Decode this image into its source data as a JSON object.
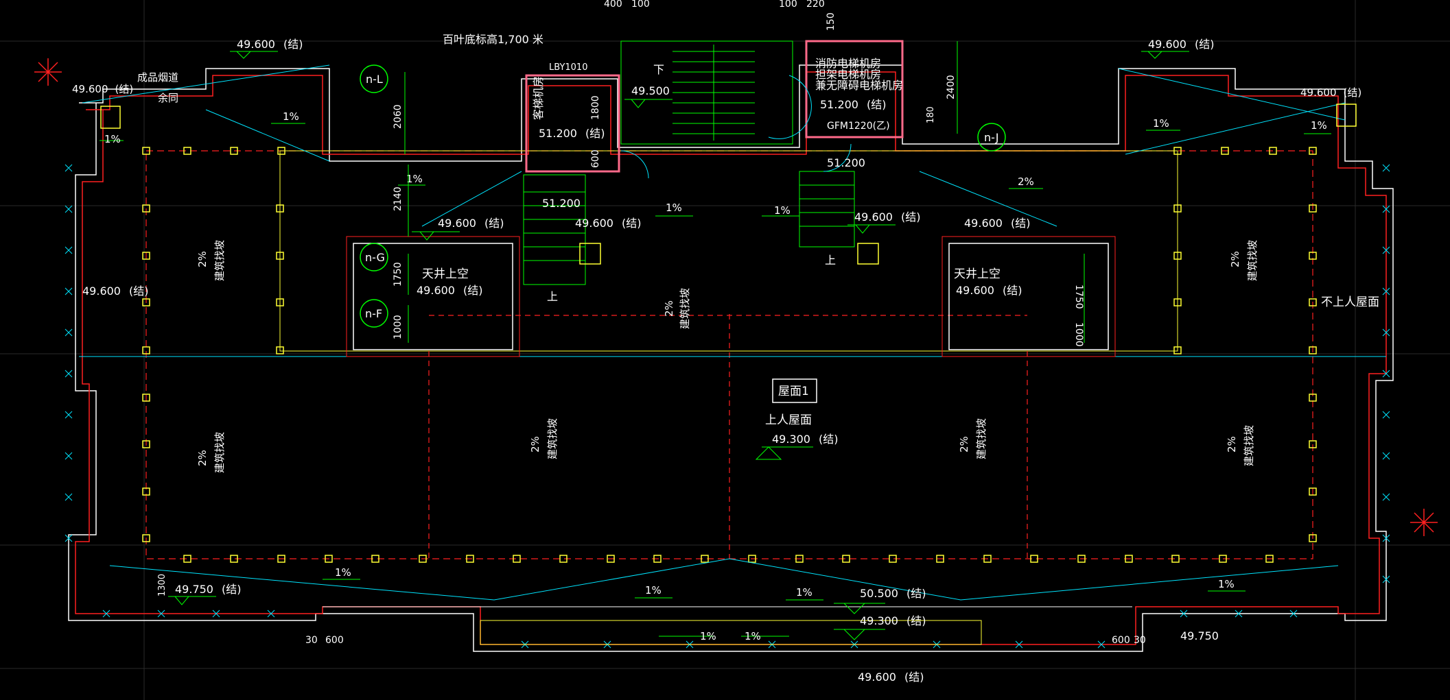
{
  "colors": {
    "background": "#000000",
    "white": "#ffffff",
    "green": "#00ff00",
    "red": "#ff2020",
    "yellow": "#ffff33",
    "cyan": "#00e5ff",
    "pink": "#ff6a8a",
    "grid": "#2a2a2a"
  },
  "drawing": {
    "top_dims": [
      "400",
      "100",
      "100",
      "220",
      "150"
    ],
    "blind_note": "百叶底标高1,700 米",
    "lby": "LBY1010",
    "chimney_note": "成品烟道",
    "chimney_note2": "余同",
    "elev_49600": "49.600",
    "elev_49500": "49.500",
    "elev_51200": "51.200",
    "elev_49300": "49.300",
    "elev_49750": "49.750",
    "elev_50500": "50.500",
    "struct": "(结)",
    "slope_1": "1%",
    "slope_2": "2%",
    "slope_find": "建筑找坡",
    "room_elevator": "客梯机房",
    "room_fire_lines": [
      "消防电梯机房",
      "担架电梯机房",
      "兼无障碍电梯机房"
    ],
    "down": "下",
    "up": "上",
    "door_label": "GFM1220(乙)",
    "skylight": "天井上空",
    "no_access": "不上人屋面",
    "roof_title": "屋面1",
    "roof_access": "上人屋面",
    "axis_l": "n-L",
    "axis_j": "n-J",
    "axis_g": "n-G",
    "axis_f": "n-F",
    "dims": {
      "d2060": "2060",
      "d2140": "2140",
      "d1750": "1750",
      "d1000": "1000",
      "d1800": "1800",
      "d600": "600",
      "d2400": "2400",
      "d180": "180",
      "d1300": "1300",
      "d30": "30"
    }
  }
}
